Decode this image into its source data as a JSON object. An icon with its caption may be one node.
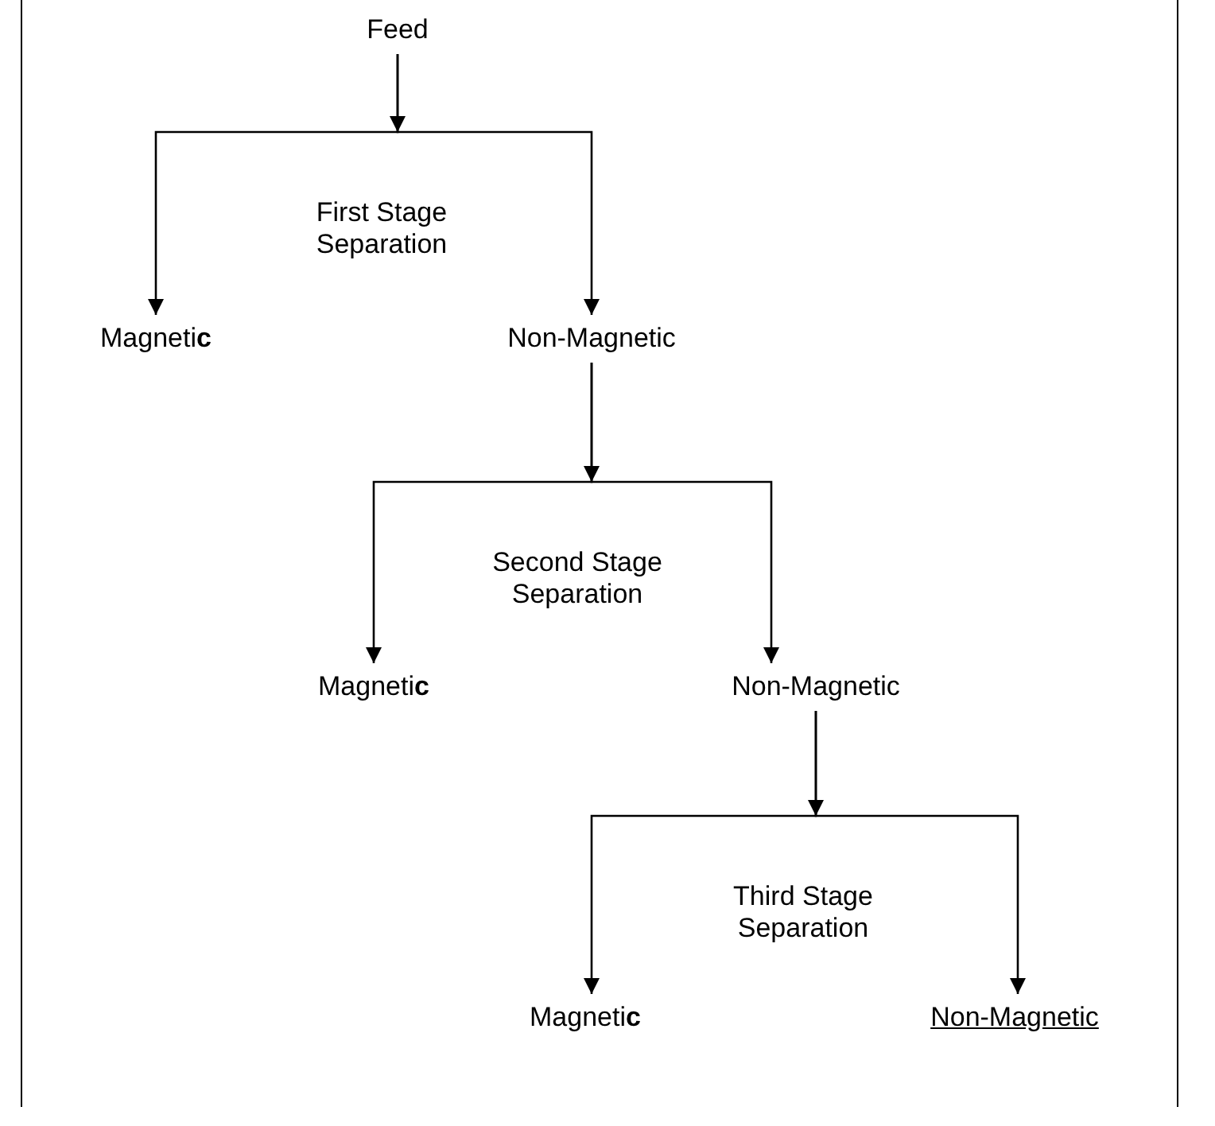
{
  "diagram": {
    "nodes": [
      {
        "text": [
          "Feed"
        ]
      },
      {
        "text": [
          "Magneti**c**"
        ]
      },
      {
        "text": [
          "Non-Magnetic"
        ]
      },
      {
        "text": [
          "Magneti**c**"
        ]
      },
      {
        "text": [
          "Non-Magnetic"
        ]
      },
      {
        "text": [
          "Magneti**c**"
        ]
      },
      {
        "text": [
          "Non-Magnetic"
        ]
      }
    ],
    "edges": [
      {
        "from": 0,
        "to": 1,
        "arrow": "to"
      },
      {
        "from": 0,
        "to": 2,
        "arrow": "to"
      },
      {
        "from": 2,
        "to": 3,
        "arrow": "to"
      },
      {
        "from": 2,
        "to": 4,
        "arrow": "to"
      },
      {
        "from": 4,
        "to": 5,
        "arrow": "to"
      },
      {
        "from": 4,
        "to": 6,
        "arrow": "to"
      }
    ],
    "labels": [
      "First Stage Separation",
      "Second Stage Separation",
      "Third Stage Separation"
    ]
  }
}
